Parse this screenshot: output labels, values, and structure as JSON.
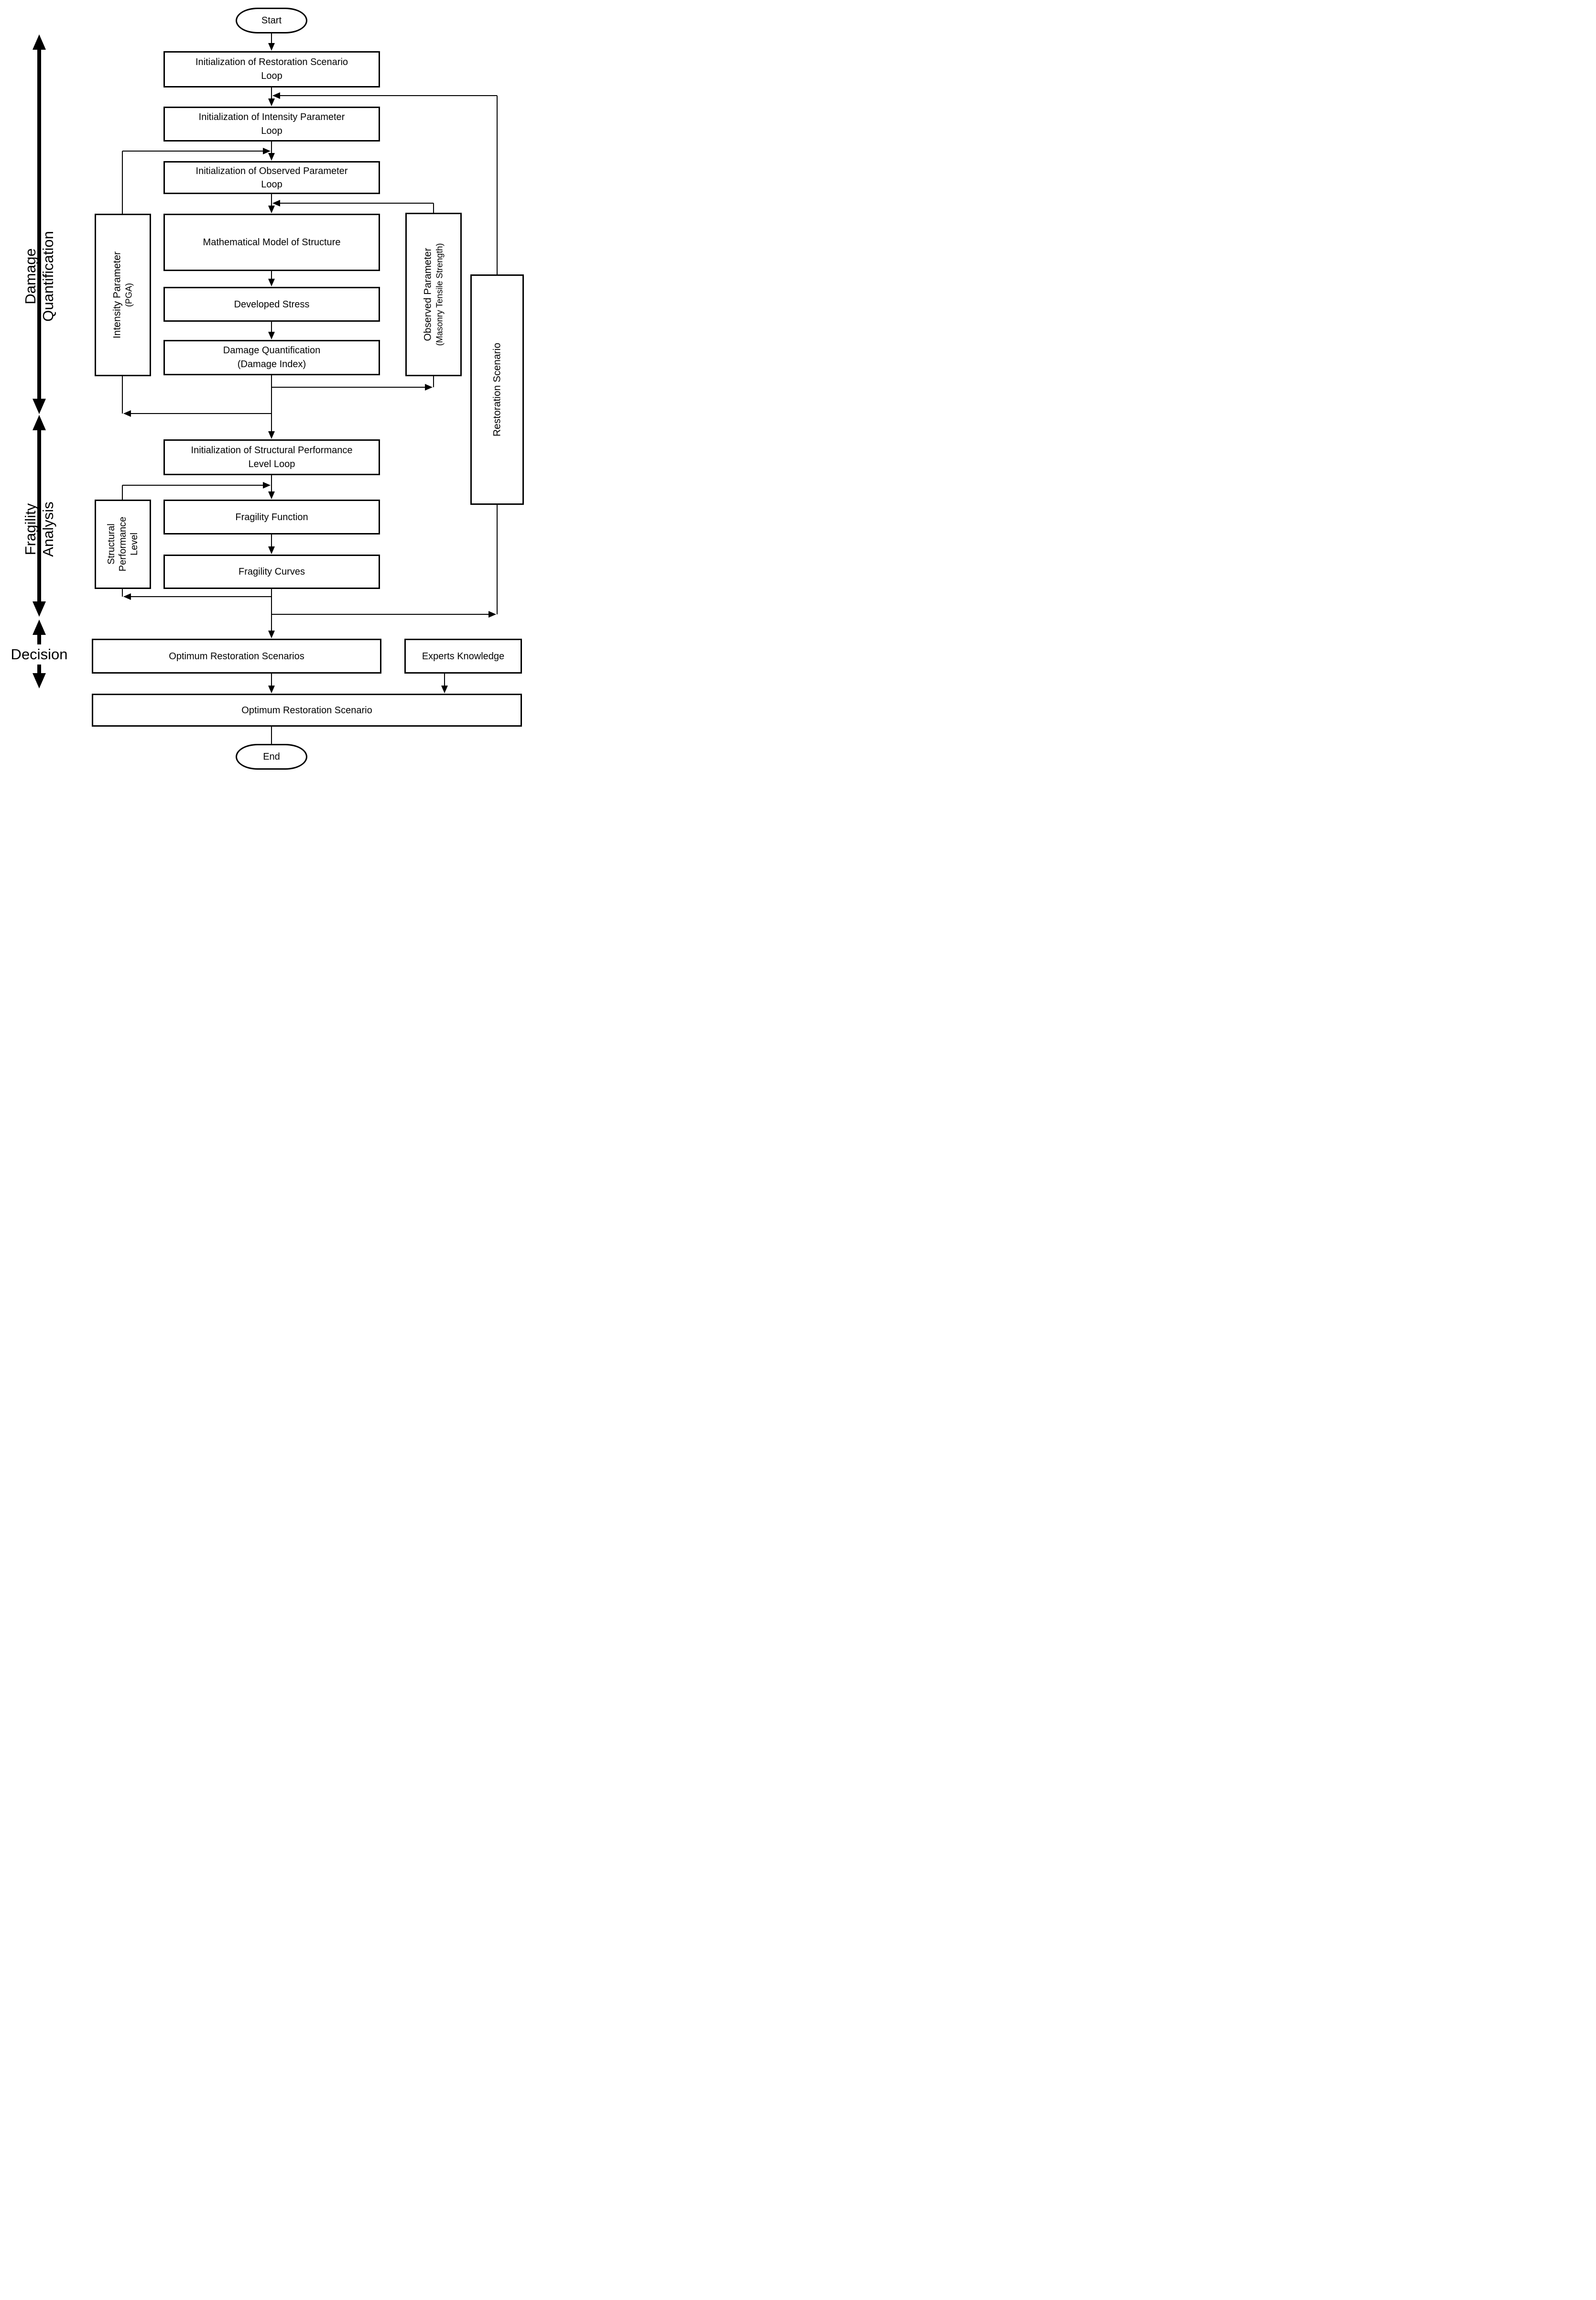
{
  "diagram": {
    "type": "flowchart",
    "ink_color": "#000000",
    "background_color": "#ffffff"
  },
  "nodes": {
    "start": {
      "label": "Start"
    },
    "init_restoration": {
      "lines": [
        "Initialization of Restoration Scenario",
        "Loop"
      ]
    },
    "init_intensity": {
      "lines": [
        "Initialization of Intensity Parameter",
        "Loop"
      ]
    },
    "init_observed": {
      "lines": [
        "Initialization of Observed Parameter",
        "Loop"
      ]
    },
    "math_model": {
      "lines": [
        "Mathematical Model of Structure"
      ]
    },
    "developed_stress": {
      "lines": [
        "Developed Stress"
      ]
    },
    "damage_quant": {
      "lines": [
        "Damage Quantification",
        "(Damage Index)"
      ]
    },
    "init_spl": {
      "lines": [
        "Initialization of Structural Performance",
        "Level Loop"
      ]
    },
    "fragility_function": {
      "lines": [
        "Fragility Function"
      ]
    },
    "fragility_curves": {
      "lines": [
        "Fragility Curves"
      ]
    },
    "optimum_scenarios": {
      "lines": [
        "Optimum Restoration Scenarios"
      ]
    },
    "experts_knowledge": {
      "lines": [
        "Experts Knowledge"
      ]
    },
    "optimum_scenario": {
      "lines": [
        "Optimum Restoration Scenario"
      ]
    },
    "end": {
      "label": "End"
    }
  },
  "side_labels": {
    "intensity": {
      "lines": [
        "Intensity Parameter",
        "(PGA)"
      ]
    },
    "observed": {
      "lines": [
        "Observed Parameter",
        "(Masonry Tensile Strength)"
      ]
    },
    "restoration": {
      "lines": [
        "Restoration Scenario"
      ]
    },
    "structural_performance": {
      "lines": [
        "Structural",
        "Performance",
        "Level"
      ]
    }
  },
  "phases": {
    "damage": {
      "lines": [
        "Damage",
        "Quantification"
      ]
    },
    "fragility": {
      "lines": [
        "Fragility",
        "Analysis"
      ]
    },
    "decision": {
      "label": "Decision"
    }
  }
}
